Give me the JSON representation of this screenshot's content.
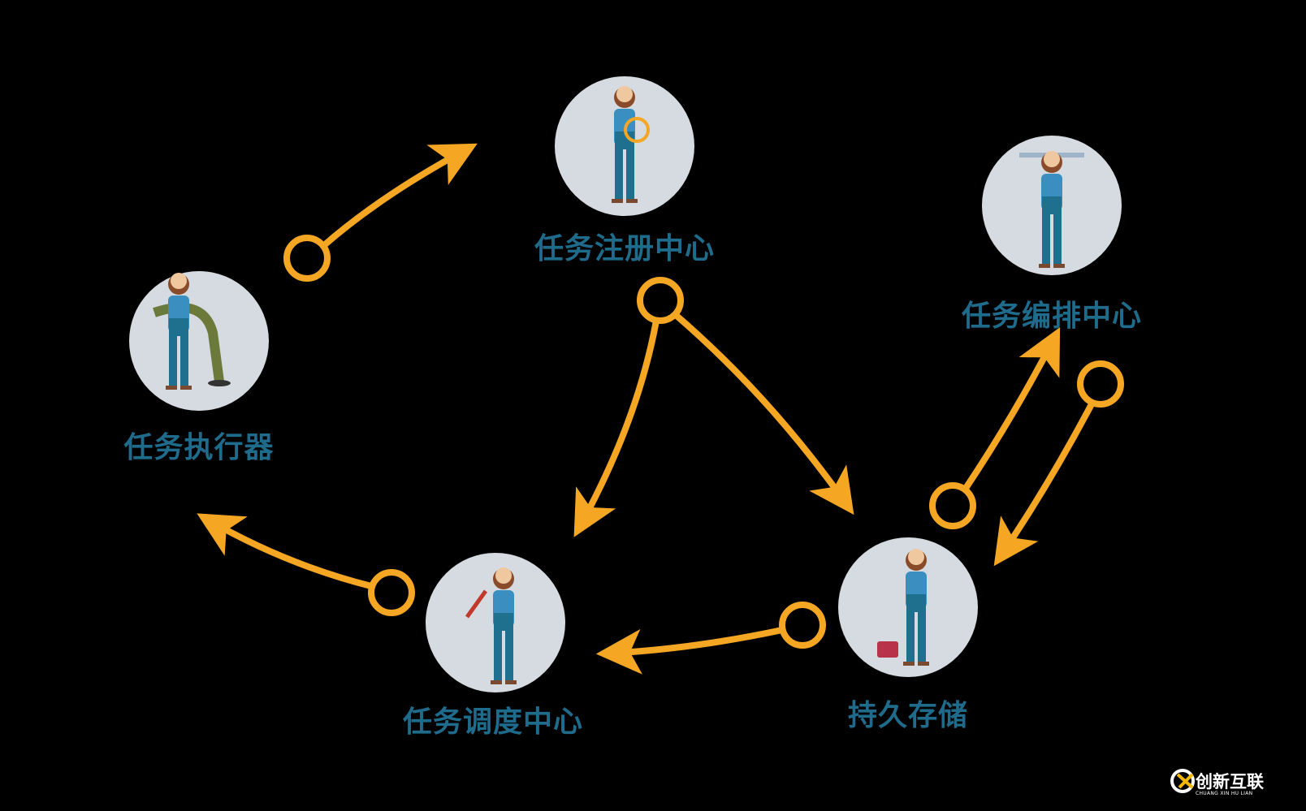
{
  "nodes": [
    {
      "id": "registry",
      "label": "任务注册中心",
      "icon": "worker-with-rope"
    },
    {
      "id": "orchestration",
      "label": "任务编排中心",
      "icon": "worker-fixing-ceiling"
    },
    {
      "id": "executor",
      "label": "任务执行器",
      "icon": "worker-with-pipe"
    },
    {
      "id": "scheduler",
      "label": "任务调度中心",
      "icon": "worker-with-wrench"
    },
    {
      "id": "storage",
      "label": "持久存储",
      "icon": "worker-with-toolbox"
    }
  ],
  "edges": [
    {
      "from": "executor",
      "to": "registry"
    },
    {
      "from": "registry",
      "to": "scheduler"
    },
    {
      "from": "registry",
      "to": "storage"
    },
    {
      "from": "storage",
      "to": "orchestration"
    },
    {
      "from": "orchestration",
      "to": "storage"
    },
    {
      "from": "storage",
      "to": "scheduler"
    },
    {
      "from": "scheduler",
      "to": "executor"
    }
  ],
  "colors": {
    "accent": "#f5a623",
    "node_bg": "#d5dbe0",
    "label": "#1e6b8c",
    "background": "#000000"
  },
  "watermark": {
    "name": "创新互联",
    "sub": "CHUANG XIN HU LIAN"
  }
}
